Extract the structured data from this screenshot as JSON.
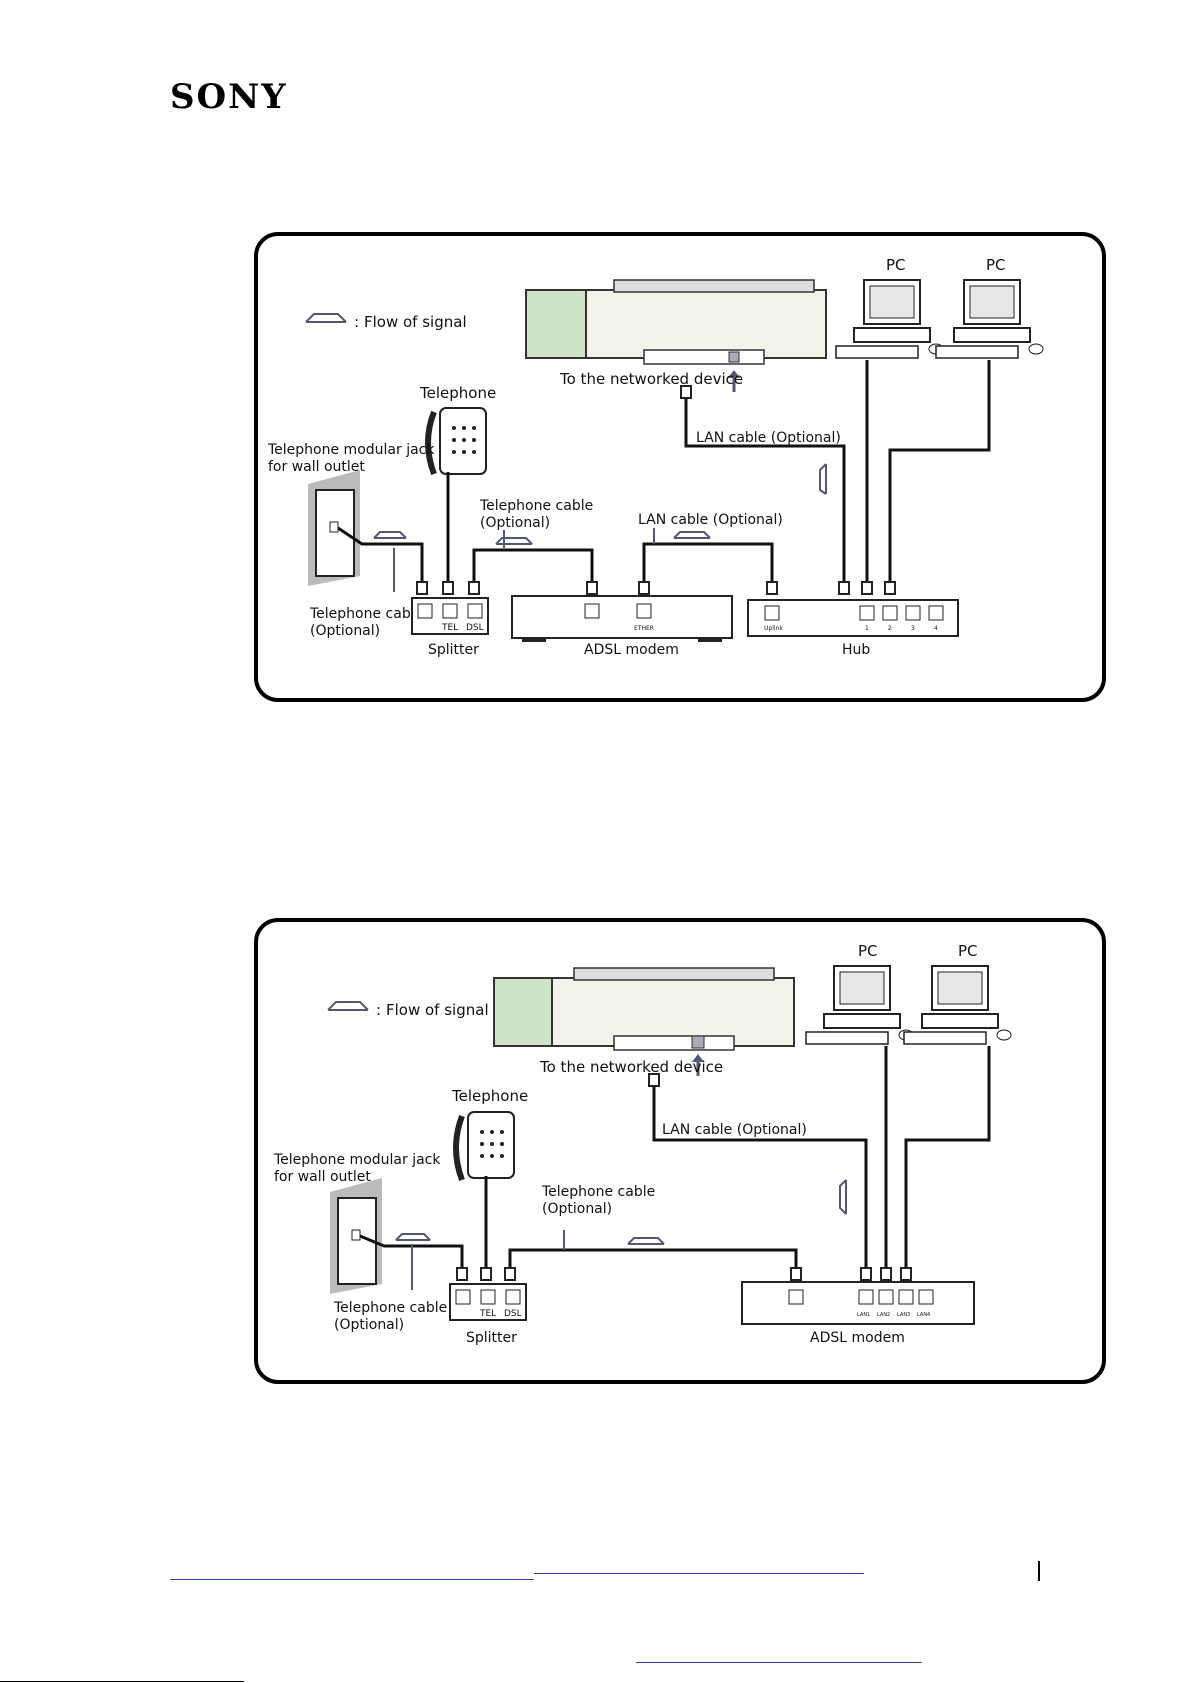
{
  "brand": {
    "logo_text": "SONY"
  },
  "diagram1": {
    "legend": "Flow of signal",
    "legend_colon": ":",
    "networked_device": "To the networked device",
    "pc1": "PC",
    "pc2": "PC",
    "telephone": "Telephone",
    "modular_jack_line1": "Telephone modular jack",
    "modular_jack_line2": "for wall outlet",
    "lan_cable_top": "LAN cable (Optional)",
    "tel_cable_line1": "Telephone cable",
    "tel_cable_line2": "(Optional)",
    "lan_cable_mid": "LAN cable (Optional)",
    "tel_cable2_line1": "Telephone cable",
    "tel_cable2_line2": "(Optional)",
    "splitter": "Splitter",
    "splitter_tel": "TEL",
    "splitter_dsl": "DSL",
    "modem": "ADSL modem",
    "modem_port": "ETHER",
    "hub": "Hub",
    "hub_uplink": "Uplink",
    "hub_ports": [
      "1",
      "2",
      "3",
      "4"
    ]
  },
  "diagram2": {
    "legend": "Flow of signal",
    "legend_colon": ":",
    "networked_device": "To the networked device",
    "pc1": "PC",
    "pc2": "PC",
    "telephone": "Telephone",
    "modular_jack_line1": "Telephone modular jack",
    "modular_jack_line2": "for wall outlet",
    "lan_cable": "LAN cable (Optional)",
    "tel_cable_line1": "Telephone cable",
    "tel_cable_line2": "(Optional)",
    "tel_cable2_line1": "Telephone cable",
    "tel_cable2_line2": "(Optional)",
    "splitter": "Splitter",
    "splitter_tel": "TEL",
    "splitter_dsl": "DSL",
    "modem": "ADSL modem",
    "modem_ports": [
      "LAN1",
      "LAN2",
      "LAN3",
      "LAN4"
    ]
  },
  "colors": {
    "signal_arrow": "#555577",
    "cable": "#111111",
    "device_green": "#cfe3c6",
    "link_line": "#3a3aa8"
  }
}
